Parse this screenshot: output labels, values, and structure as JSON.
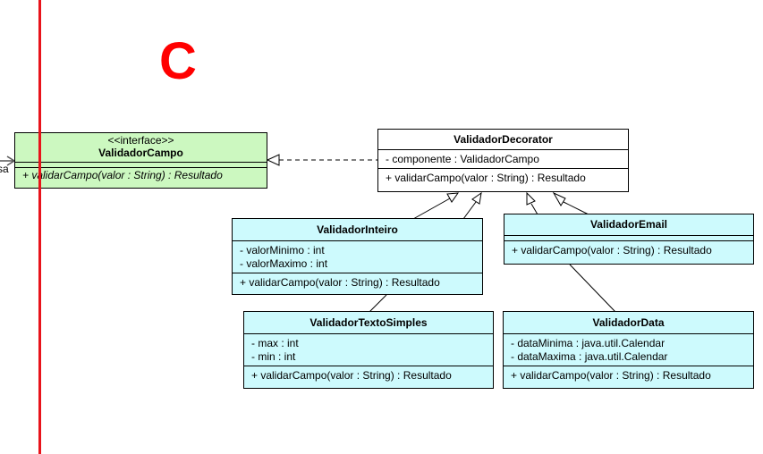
{
  "overlay": {
    "letter": "C"
  },
  "edge_label": "sa",
  "classes": {
    "validador_campo": {
      "stereotype": "<<interface>>",
      "name": "ValidadorCampo",
      "attributes": [],
      "operations": [
        "+ validarCampo(valor : String) : Resultado"
      ]
    },
    "validador_decorator": {
      "name": "ValidadorDecorator",
      "attributes": [
        "- componente : ValidadorCampo"
      ],
      "operations": [
        "+ validarCampo(valor : String) : Resultado"
      ]
    },
    "validador_inteiro": {
      "name": "ValidadorInteiro",
      "attributes": [
        "- valorMinimo : int",
        "- valorMaximo : int"
      ],
      "operations": [
        "+ validarCampo(valor : String) : Resultado"
      ]
    },
    "validador_email": {
      "name": "ValidadorEmail",
      "attributes": [],
      "operations": [
        "+ validarCampo(valor : String) : Resultado"
      ]
    },
    "validador_texto_simples": {
      "name": "ValidadorTextoSimples",
      "attributes": [
        "- max : int",
        "- min : int"
      ],
      "operations": [
        "+ validarCampo(valor : String) : Resultado"
      ]
    },
    "validador_data": {
      "name": "ValidadorData",
      "attributes": [
        "- dataMinima : java.util.Calendar",
        "- dataMaxima : java.util.Calendar"
      ],
      "operations": [
        "+ validarCampo(valor : String) : Resultado"
      ]
    }
  },
  "colors": {
    "interface_fill": "#ccf8c0",
    "concrete_fill": "#cdfafd",
    "abstract_fill": "#ffffff",
    "overlay_red": "#ff0000",
    "divider_red": "#e8141b"
  }
}
